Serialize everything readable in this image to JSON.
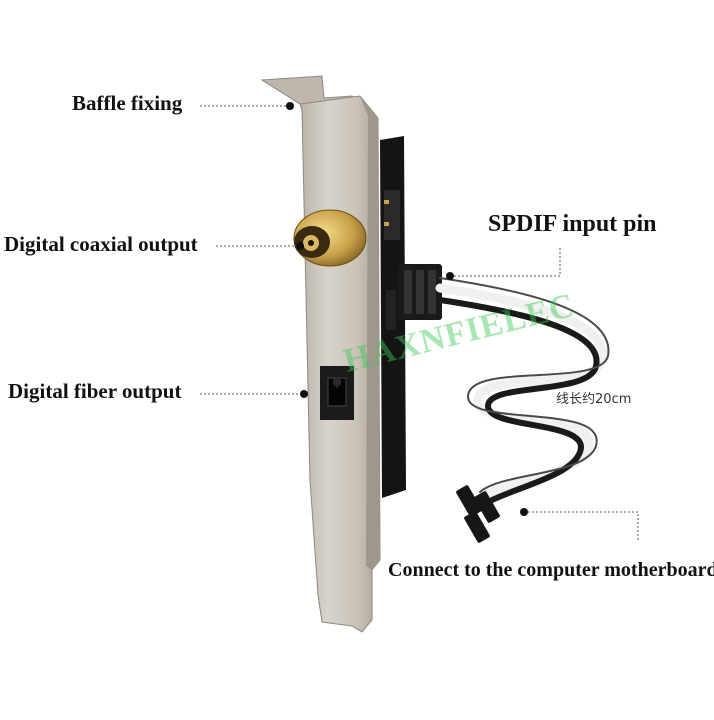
{
  "callouts": {
    "baffle": "Baffle fixing",
    "coaxial": "Digital coaxial output",
    "fiber": "Digital fiber output",
    "spdif": "SPDIF input pin",
    "motherboard": "Connect to the computer motherboard"
  },
  "cable_length": "线长约20cm",
  "watermark": "HAXNFIELEC",
  "colors": {
    "bracket": "#cfc9bf",
    "pcb": "#141414",
    "gold": "#c9a24a",
    "cable_white": "#f0f0f0",
    "cable_black": "#1a1a1a",
    "watermark": "#3cc850"
  }
}
